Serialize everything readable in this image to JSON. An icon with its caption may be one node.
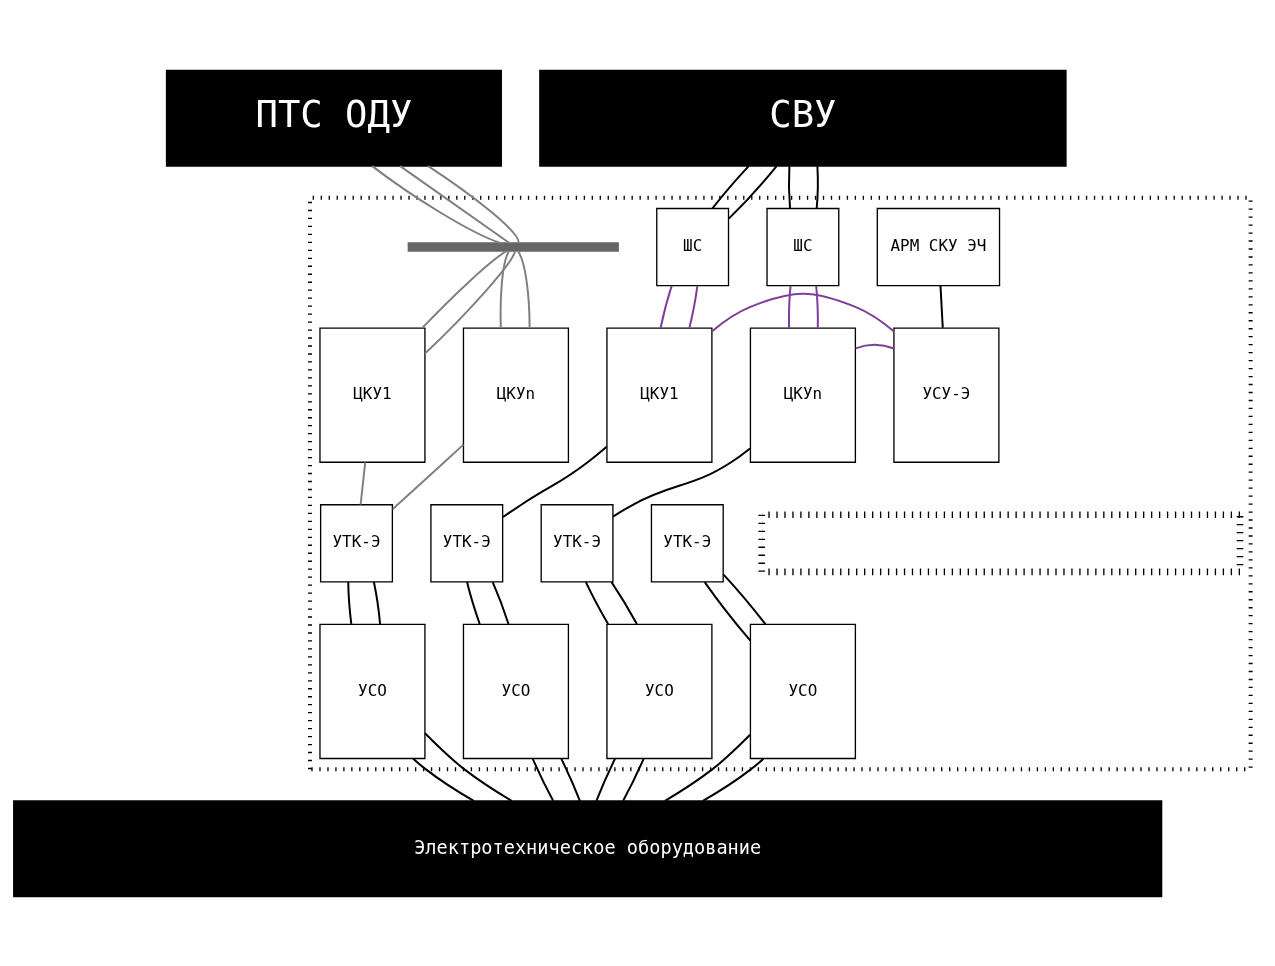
{
  "diagram": {
    "nodes": [
      {
        "text": [
          "ПТС ОДУ"
        ]
      },
      {
        "text": [
          "СВУ"
        ]
      },
      {
        "text": [],
        "shape": "box"
      },
      {
        "text": [],
        "shape": "bar",
        "in": 2
      },
      {
        "text": [
          "ЦКУ1"
        ],
        "in": 2
      },
      {
        "text": [
          "ЦКУn"
        ],
        "in": 2
      },
      {
        "text": [
          "ШС"
        ],
        "in": 2
      },
      {
        "text": [
          "ШС"
        ],
        "in": 2
      },
      {
        "text": [
          "АРМ СКУ ЭЧ"
        ],
        "in": 2
      },
      {
        "text": [
          "ЦКУ1"
        ],
        "in": 2
      },
      {
        "text": [
          "ЦКУn"
        ],
        "in": 2
      },
      {
        "text": [
          "УСУ-Э"
        ],
        "in": 2
      },
      {
        "text": [],
        "shape": "box",
        "in": 2
      },
      {
        "text": [
          "УТК-Э"
        ],
        "in": 2
      },
      {
        "text": [
          "УТК-Э"
        ],
        "in": 2
      },
      {
        "text": [
          "УТК-Э"
        ],
        "in": 2
      },
      {
        "text": [
          "УТК-Э"
        ],
        "in": 2
      },
      {
        "text": [
          "УСО"
        ],
        "in": 2
      },
      {
        "text": [
          "УСО"
        ],
        "in": 2
      },
      {
        "text": [
          "УСО"
        ],
        "in": 2
      },
      {
        "text": [
          "УСО"
        ],
        "in": 2
      },
      {
        "text": [
          "Электротехническое оборудование"
        ]
      }
    ],
    "edges": [
      {
        "from": 0,
        "to": 3,
        "arrow": "none",
        "color": "#808080"
      },
      {
        "from": 0,
        "to": 3,
        "arrow": "none",
        "color": "#808080"
      },
      {
        "from": 0,
        "to": 3,
        "arrow": "none",
        "color": "#808080"
      },
      {
        "from": 3,
        "to": 4,
        "arrow": "none",
        "color": "#808080"
      },
      {
        "from": 3,
        "to": 4,
        "arrow": "none",
        "color": "#808080"
      },
      {
        "from": 3,
        "to": 5,
        "arrow": "none",
        "color": "#808080"
      },
      {
        "from": 3,
        "to": 5,
        "arrow": "none",
        "color": "#808080"
      },
      {
        "from": 4,
        "to": 13,
        "arrow": "none",
        "color": "#808080"
      },
      {
        "from": 5,
        "to": 13,
        "arrow": "none",
        "color": "#808080"
      },
      {
        "from": 1,
        "to": 6,
        "arrow": "none"
      },
      {
        "from": 1,
        "to": 6,
        "arrow": "none"
      },
      {
        "from": 1,
        "to": 7,
        "arrow": "none"
      },
      {
        "from": 1,
        "to": 7,
        "arrow": "none"
      },
      {
        "from": 6,
        "to": 9,
        "arrow": "none",
        "color": "#7b3f9b"
      },
      {
        "from": 6,
        "to": 9,
        "arrow": "none",
        "color": "#7b3f9b"
      },
      {
        "from": 7,
        "to": 10,
        "arrow": "none",
        "color": "#7b3f9b"
      },
      {
        "from": 7,
        "to": 10,
        "arrow": "none",
        "color": "#7b3f9b"
      },
      {
        "from": 9,
        "to": 11,
        "arrow": "none",
        "color": "#7b3f9b"
      },
      {
        "from": 10,
        "to": 11,
        "arrow": "none",
        "color": "#7b3f9b"
      },
      {
        "from": 8,
        "to": 11,
        "arrow": "none"
      },
      {
        "from": 9,
        "to": 14,
        "arrow": "none"
      },
      {
        "from": 10,
        "to": 15,
        "arrow": "none"
      },
      {
        "from": 13,
        "to": 17,
        "arrow": "none"
      },
      {
        "from": 13,
        "to": 17,
        "arrow": "none"
      },
      {
        "from": 14,
        "to": 18,
        "arrow": "none"
      },
      {
        "from": 14,
        "to": 18,
        "arrow": "none"
      },
      {
        "from": 15,
        "to": 19,
        "arrow": "none"
      },
      {
        "from": 15,
        "to": 19,
        "arrow": "none"
      },
      {
        "from": 16,
        "to": 20,
        "arrow": "none"
      },
      {
        "from": 16,
        "to": 20,
        "arrow": "none"
      },
      {
        "from": 17,
        "to": 21,
        "arrow": "none"
      },
      {
        "from": 17,
        "to": 21,
        "arrow": "none"
      },
      {
        "from": 18,
        "to": 21,
        "arrow": "none"
      },
      {
        "from": 18,
        "to": 21,
        "arrow": "none"
      },
      {
        "from": 19,
        "to": 21,
        "arrow": "none"
      },
      {
        "from": 19,
        "to": 21,
        "arrow": "none"
      },
      {
        "from": 20,
        "to": 21,
        "arrow": "none"
      },
      {
        "from": 20,
        "to": 21,
        "arrow": "none"
      }
    ]
  }
}
